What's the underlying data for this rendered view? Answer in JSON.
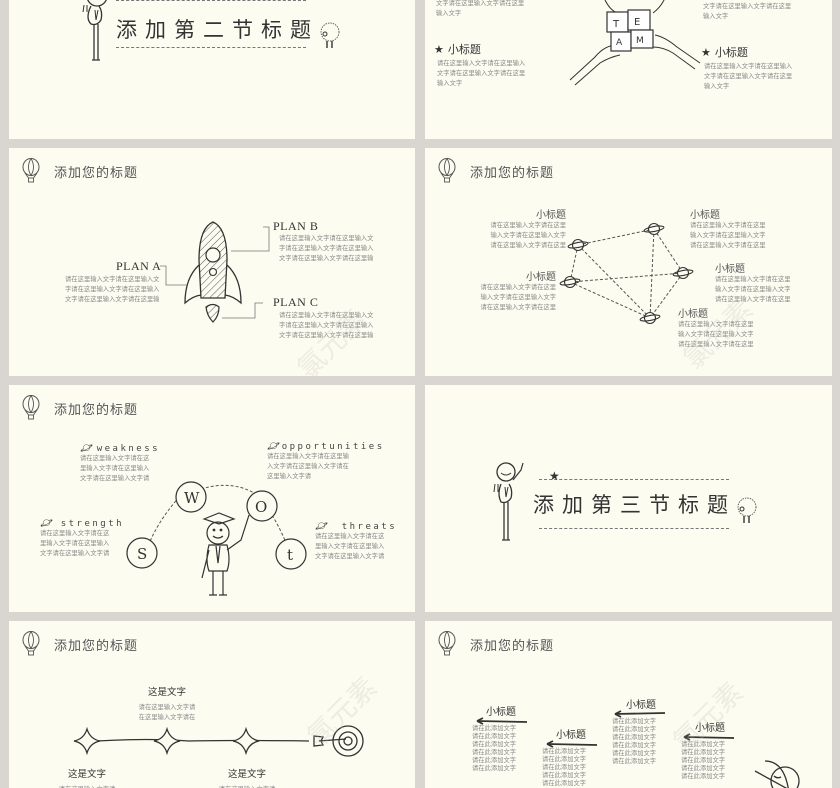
{
  "colors": {
    "background_gap": "#d9d6d2",
    "slide_bg": "#fdfcf1",
    "ink": "#333333",
    "body_text": "#8a8a8a"
  },
  "slides": {
    "s1": {
      "section_title": "添加第二节标题"
    },
    "s2": {
      "top_left_body_tail": [
        "文字请在这里输入文字请在这里",
        "输入文字"
      ],
      "top_right_body_tail": [
        "文字请在这里输入文字请在这里",
        "输入文字"
      ],
      "bottom_left": {
        "subtitle": "小标题",
        "body": [
          "请在这里输入文字请在这里输入",
          "文字请在这里输入文字请在这里",
          "输入文字"
        ]
      },
      "bottom_right": {
        "subtitle": "小标题",
        "body": [
          "请在这里输入文字请在这里输入",
          "文字请在这里输入文字请在这里",
          "输入文字"
        ]
      },
      "puzzle_letters": [
        "T",
        "E",
        "A",
        "M"
      ]
    },
    "s3": {
      "title": "添加您的标题",
      "plan_a": {
        "label": "PLAN A",
        "body": [
          "请在这里输入文字请在这里输入文",
          "字请在这里输入文字请在这里输入",
          "文字请在这里输入文字请在这里输"
        ]
      },
      "plan_b": {
        "label": "PLAN B",
        "body": [
          "请在这里输入文字请在这里输入文",
          "字请在这里输入文字请在这里输入",
          "文字请在这里输入文字请在这里输"
        ]
      },
      "plan_c": {
        "label": "PLAN C",
        "body": [
          "请在这里输入文字请在这里输入文",
          "字请在这里输入文字请在这里输入",
          "文字请在这里输入文字请在这里输"
        ]
      }
    },
    "s4": {
      "title": "添加您的标题",
      "items": [
        {
          "subtitle": "小标题",
          "body": [
            "请在这里输入文字请在这里",
            "输入文字请在这里输入文字",
            "请在这里输入文字请在这里"
          ]
        },
        {
          "subtitle": "小标题",
          "body": [
            "请在这里输入文字请在这里",
            "输入文字请在这里输入文字",
            "请在这里输入文字请在这里"
          ]
        },
        {
          "subtitle": "小标题",
          "body": [
            "请在这里输入文字请在这里",
            "输入文字请在这里输入文字",
            "请在这里输入文字请在这里"
          ]
        },
        {
          "subtitle": "小标题",
          "body": [
            "请在这里输入文字请在这里",
            "输入文字请在这里输入文字",
            "请在这里输入文字请在这里"
          ]
        },
        {
          "subtitle": "小标题",
          "body": [
            "请在这里输入文字请在这里",
            "输入文字请在这里输入文字",
            "请在这里输入文字请在这里"
          ]
        }
      ]
    },
    "s5": {
      "title": "添加您的标题",
      "weakness": {
        "label": "weakness",
        "body": [
          "请在这里输入文字请在这",
          "里输入文字请在这里输入",
          "文字请在这里输入文字请"
        ]
      },
      "opportunities": {
        "label": "opportunities",
        "body": [
          "请在这里输入文字请在这里输",
          "入文字请在这里输入文字请在",
          "这里输入文字请"
        ]
      },
      "strength": {
        "label": "strength",
        "body": [
          "请在这里输入文字请在这",
          "里输入文字请在这里输入",
          "文字请在这里输入文字请"
        ]
      },
      "threats": {
        "label": "threats",
        "body": [
          "请在这里输入文字请在这",
          "里输入文字请在这里输入",
          "文字请在这里输入文字请"
        ]
      },
      "circles": [
        "W",
        "O",
        "S",
        "t"
      ]
    },
    "s6": {
      "section_title": "添加第三节标题"
    },
    "s7": {
      "title": "添加您的标题",
      "items": [
        {
          "subtitle": "这是文字",
          "body": [
            "请在这里输入文字请",
            "在这里输入文字请在"
          ]
        },
        {
          "subtitle": "这是文字",
          "body": [
            "请在这里输入文字请"
          ]
        },
        {
          "subtitle": "这是文字",
          "body": [
            "请在这里输入文字请"
          ]
        }
      ]
    },
    "s8": {
      "title": "添加您的标题",
      "items": [
        {
          "subtitle": "小标题",
          "body": [
            "请在此添加文字",
            "请在此添加文字",
            "请在此添加文字",
            "请在此添加文字",
            "请在此添加文字",
            "请在此添加文字"
          ]
        },
        {
          "subtitle": "小标题",
          "body": [
            "请在此添加文字",
            "请在此添加文字",
            "请在此添加文字",
            "请在此添加文字",
            "请在此添加文字"
          ]
        },
        {
          "subtitle": "小标题",
          "body": [
            "请在此添加文字",
            "请在此添加文字",
            "请在此添加文字",
            "请在此添加文字",
            "请在此添加文字",
            "请在此添加文字"
          ]
        },
        {
          "subtitle": "小标题",
          "body": [
            "请在此添加文字",
            "请在此添加文字",
            "请在此添加文字",
            "请在此添加文字",
            "请在此添加文字"
          ]
        }
      ]
    },
    "watermark": "氯元素"
  }
}
